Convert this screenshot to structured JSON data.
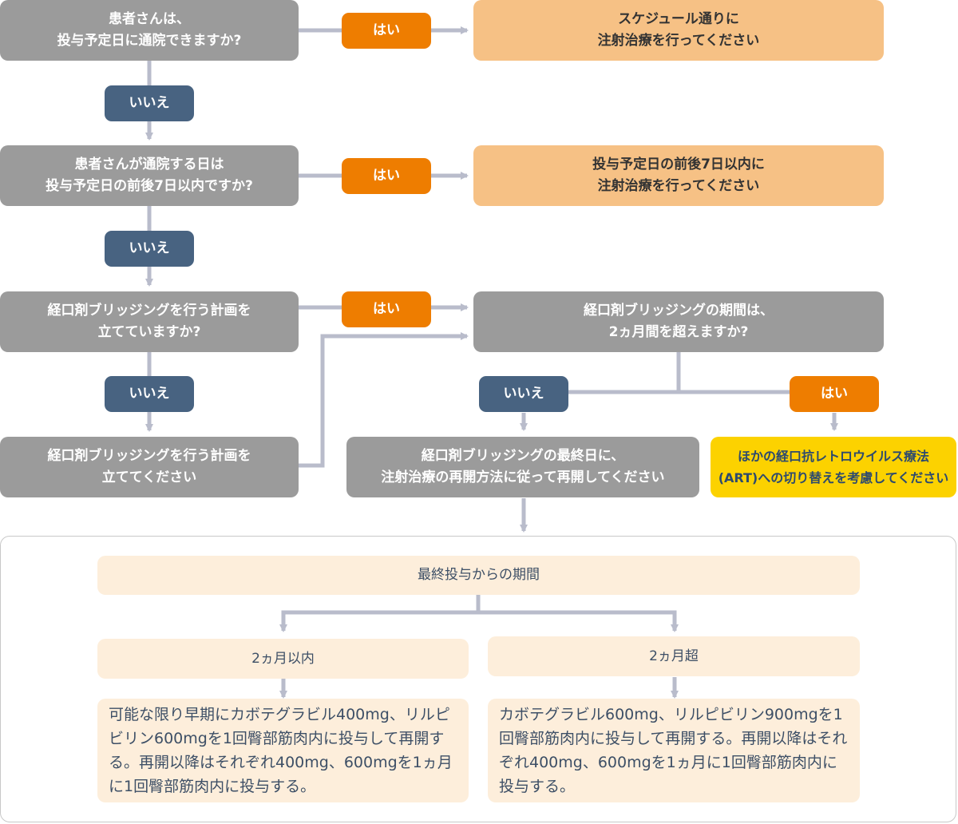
{
  "flowchart": {
    "q1": "患者さんは、\n投与予定日に通院できますか?",
    "q1_yes_label": "はい",
    "a1": "スケジュール通りに\n注射治療を行ってください",
    "q1_no_label": "いいえ",
    "q2": "患者さんが通院する日は\n投与予定日の前後7日以内ですか?",
    "q2_yes_label": "はい",
    "a2": "投与予定日の前後7日以内に\n注射治療を行ってください",
    "q2_no_label": "いいえ",
    "q3": "経口剤ブリッジングを行う計画を\n立てていますか?",
    "q3_yes_label": "はい",
    "q3_no_label": "いいえ",
    "a3": "経口剤ブリッジングを行う計画を\n立ててください",
    "q4": "経口剤ブリッジングの期間は、\n2ヵ月間を超えますか?",
    "q4_no_label": "いいえ",
    "q4_yes_label": "はい",
    "a4_no": "経口剤ブリッジングの最終日に、\n注射治療の再開方法に従って再開してください",
    "a4_yes": "ほかの経口抗レトロウイルス療法\n(ART)への切り替えを考慮してください"
  },
  "restart_panel": {
    "header": "最終投与からの期間",
    "branches": [
      {
        "label": "2ヵ月以内",
        "text": "可能な限り早期にカボテグラビル400mg、リルピビリン600mgを1回臀部筋肉内に投与して再開する。再開以降はそれぞれ400mg、600mgを1ヵ月に1回臀部筋肉内に投与する。"
      },
      {
        "label": "2ヵ月超",
        "text": "カボテグラビル600mg、リルピビリン900mgを1回臀部筋肉内に投与して再開する。再開以降はそれぞれ400mg、600mgを1ヵ月に1回臀部筋肉内に投与する。"
      }
    ]
  },
  "colors": {
    "question": "#9b9b9b",
    "action": "#f6c185",
    "yes": "#ee7d00",
    "no": "#486381",
    "alert": "#fcd200",
    "pale": "#fdeedb",
    "connector": "#b9bccb"
  }
}
